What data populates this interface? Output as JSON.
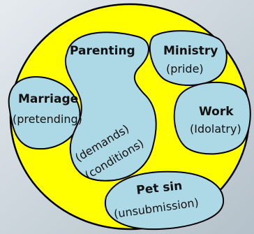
{
  "colors": {
    "circle_fill": "#ffff00",
    "region_fill": "#add8e6",
    "outline": "#000000",
    "background_sky": "#c9d3da"
  },
  "regions": {
    "parenting": {
      "label": "Parenting"
    },
    "ministry": {
      "label": "Ministry",
      "note": "(pride)"
    },
    "marriage": {
      "label": "Marriage",
      "note": "(pretending)"
    },
    "work": {
      "label": "Work",
      "note": "(Idolatry)"
    },
    "demands": {
      "line1": "(demands)",
      "line2": "(conditions)"
    },
    "pet_sin": {
      "label": "Pet sin",
      "note": "(unsubmission)"
    }
  }
}
